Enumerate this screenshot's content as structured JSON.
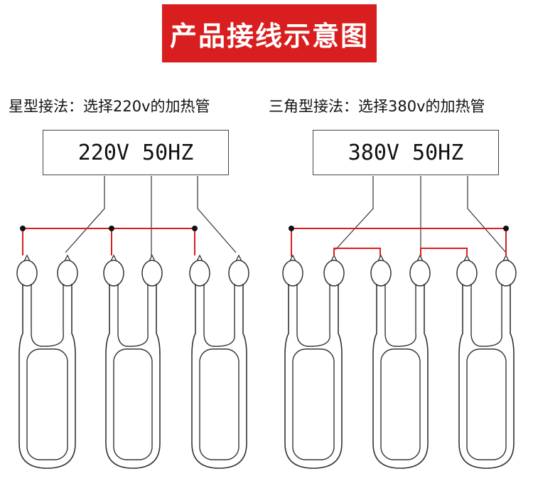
{
  "title": "产品接线示意图",
  "star": {
    "caption": "星型接法：选择220v的加热管",
    "voltage_label": "220V 50HZ"
  },
  "delta": {
    "caption": "三角型接法：选择380v的加热管",
    "voltage_label": "380V 50HZ"
  },
  "colors": {
    "banner": "#d81e1e",
    "wire": "#d81e1e",
    "outline": "#333333"
  }
}
